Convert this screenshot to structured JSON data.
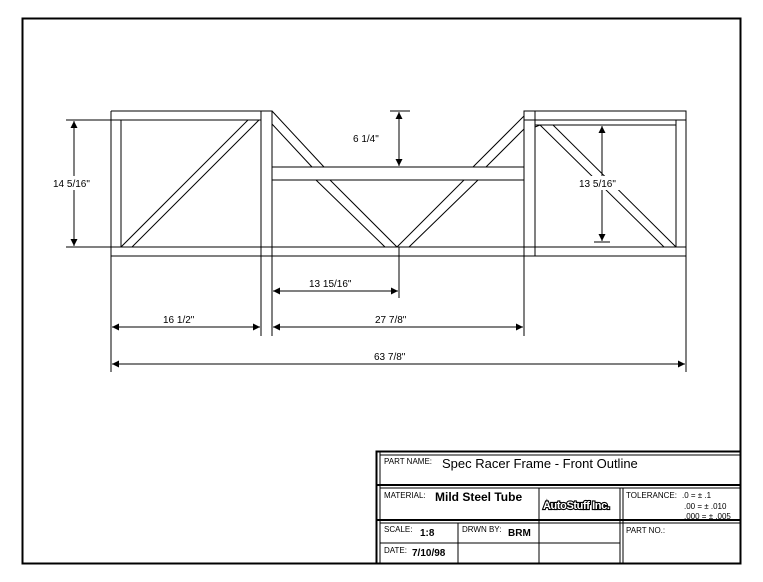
{
  "dimensions": {
    "overall_height": "14  5/16\"",
    "right_bay_height": "13  5/16\"",
    "top_drop": "6  1/4\"",
    "center_offset": "13  15/16\"",
    "left_bay_width": "16  1/2\"",
    "center_span": "27  7/8\"",
    "overall_length": "63  7/8\""
  },
  "title_block": {
    "part_name_label": "PART NAME:",
    "part_name": "Spec Racer Frame - Front Outline",
    "material_label": "MATERIAL:",
    "material": "Mild Steel Tube",
    "company_logo": "AutoStuff Inc.",
    "tolerance_label": "TOLERANCE:",
    "tolerance_1": ".0 = ± .1",
    "tolerance_2": ".00 = ± .010",
    "tolerance_3": ".000 = ± .005",
    "scale_label": "SCALE:",
    "scale": "1:8",
    "drawn_by_label": "DRWN BY:",
    "drawn_by": "BRM",
    "part_no_label": "PART NO.:",
    "date_label": "DATE:",
    "date": "7/10/98"
  }
}
